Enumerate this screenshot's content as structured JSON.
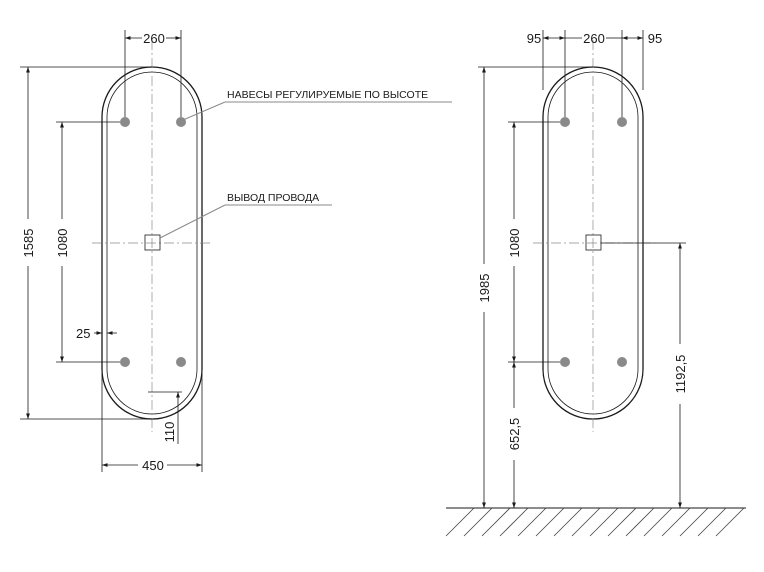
{
  "annotations": {
    "hinges": "НАВЕСЫ РЕГУЛИРУЕМЫЕ ПО ВЫСОТЕ",
    "wire_outlet": "ВЫВОД ПРОВОДА"
  },
  "left_view": {
    "dim_mount_spacing": "260",
    "dim_height": "1585",
    "dim_mount_vertical": "1080",
    "dim_edge_offset": "25",
    "dim_bottom": "110",
    "dim_width": "450"
  },
  "right_view": {
    "dim_side_left": "95",
    "dim_mount_spacing": "260",
    "dim_side_right": "95",
    "dim_total_height": "1985",
    "dim_mount_vertical": "1080",
    "dim_lower_mount_height": "652,5",
    "dim_outlet_height": "1192,5"
  },
  "colors": {
    "line": "#1a1a1a",
    "leader": "#8a8a8a",
    "mount_points": "#8a8a8a"
  }
}
